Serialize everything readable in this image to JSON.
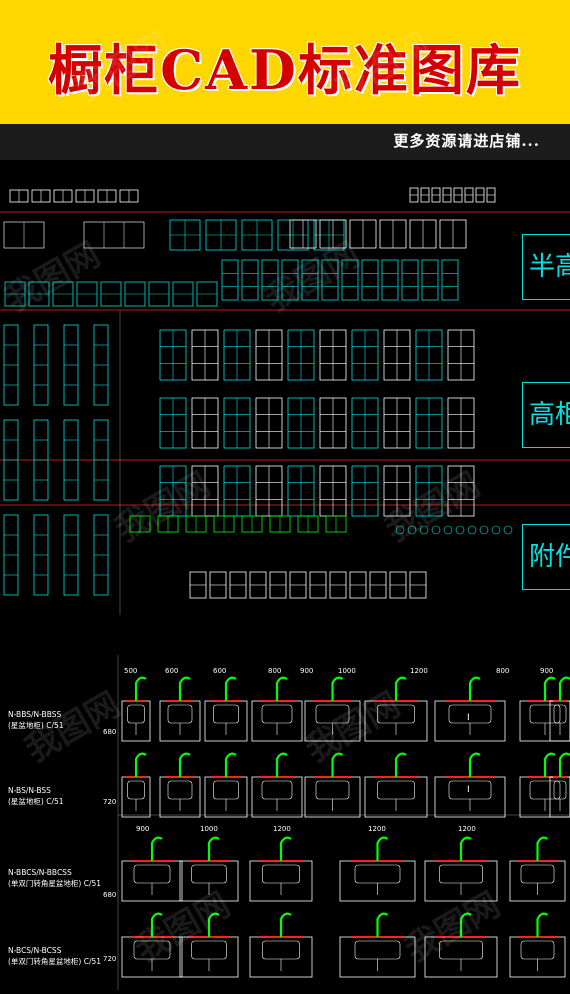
{
  "banner": {
    "title": "橱柜CAD标准图库",
    "slogan": "更多资源请进店铺..."
  },
  "sections": [
    {
      "label": "半高"
    },
    {
      "label": "高柜"
    },
    {
      "label": "附件"
    }
  ],
  "detail": {
    "rows": [
      {
        "code": "N-BBS/N-BBSS",
        "desc": "(星盆地柜) C/51",
        "height": "680"
      },
      {
        "code": "N-BS/N-BSS",
        "desc": "(星盆地柜) C/51",
        "height": "720"
      },
      {
        "code": "N-BBCS/N-BBCSS",
        "desc": "(单双门转角星盆地柜) C/51",
        "height": "680"
      },
      {
        "code": "N-BCS/N-BCSS",
        "desc": "(单双门转角星盆地柜) C/51",
        "height": "720"
      }
    ],
    "widths_top": [
      "500",
      "600",
      "600",
      "800",
      "900",
      "1000",
      "1200",
      "800",
      "900"
    ],
    "widths_bottom": [
      "900",
      "1000",
      "1200",
      "1200",
      "1200"
    ],
    "marker": "I"
  },
  "colors": {
    "banner_bg": "#ffd700",
    "title": "#d40000",
    "cad_cyan": "#00e0e0",
    "cad_green": "#00ff00",
    "cad_red": "#ff2020"
  },
  "watermark": "我图网"
}
